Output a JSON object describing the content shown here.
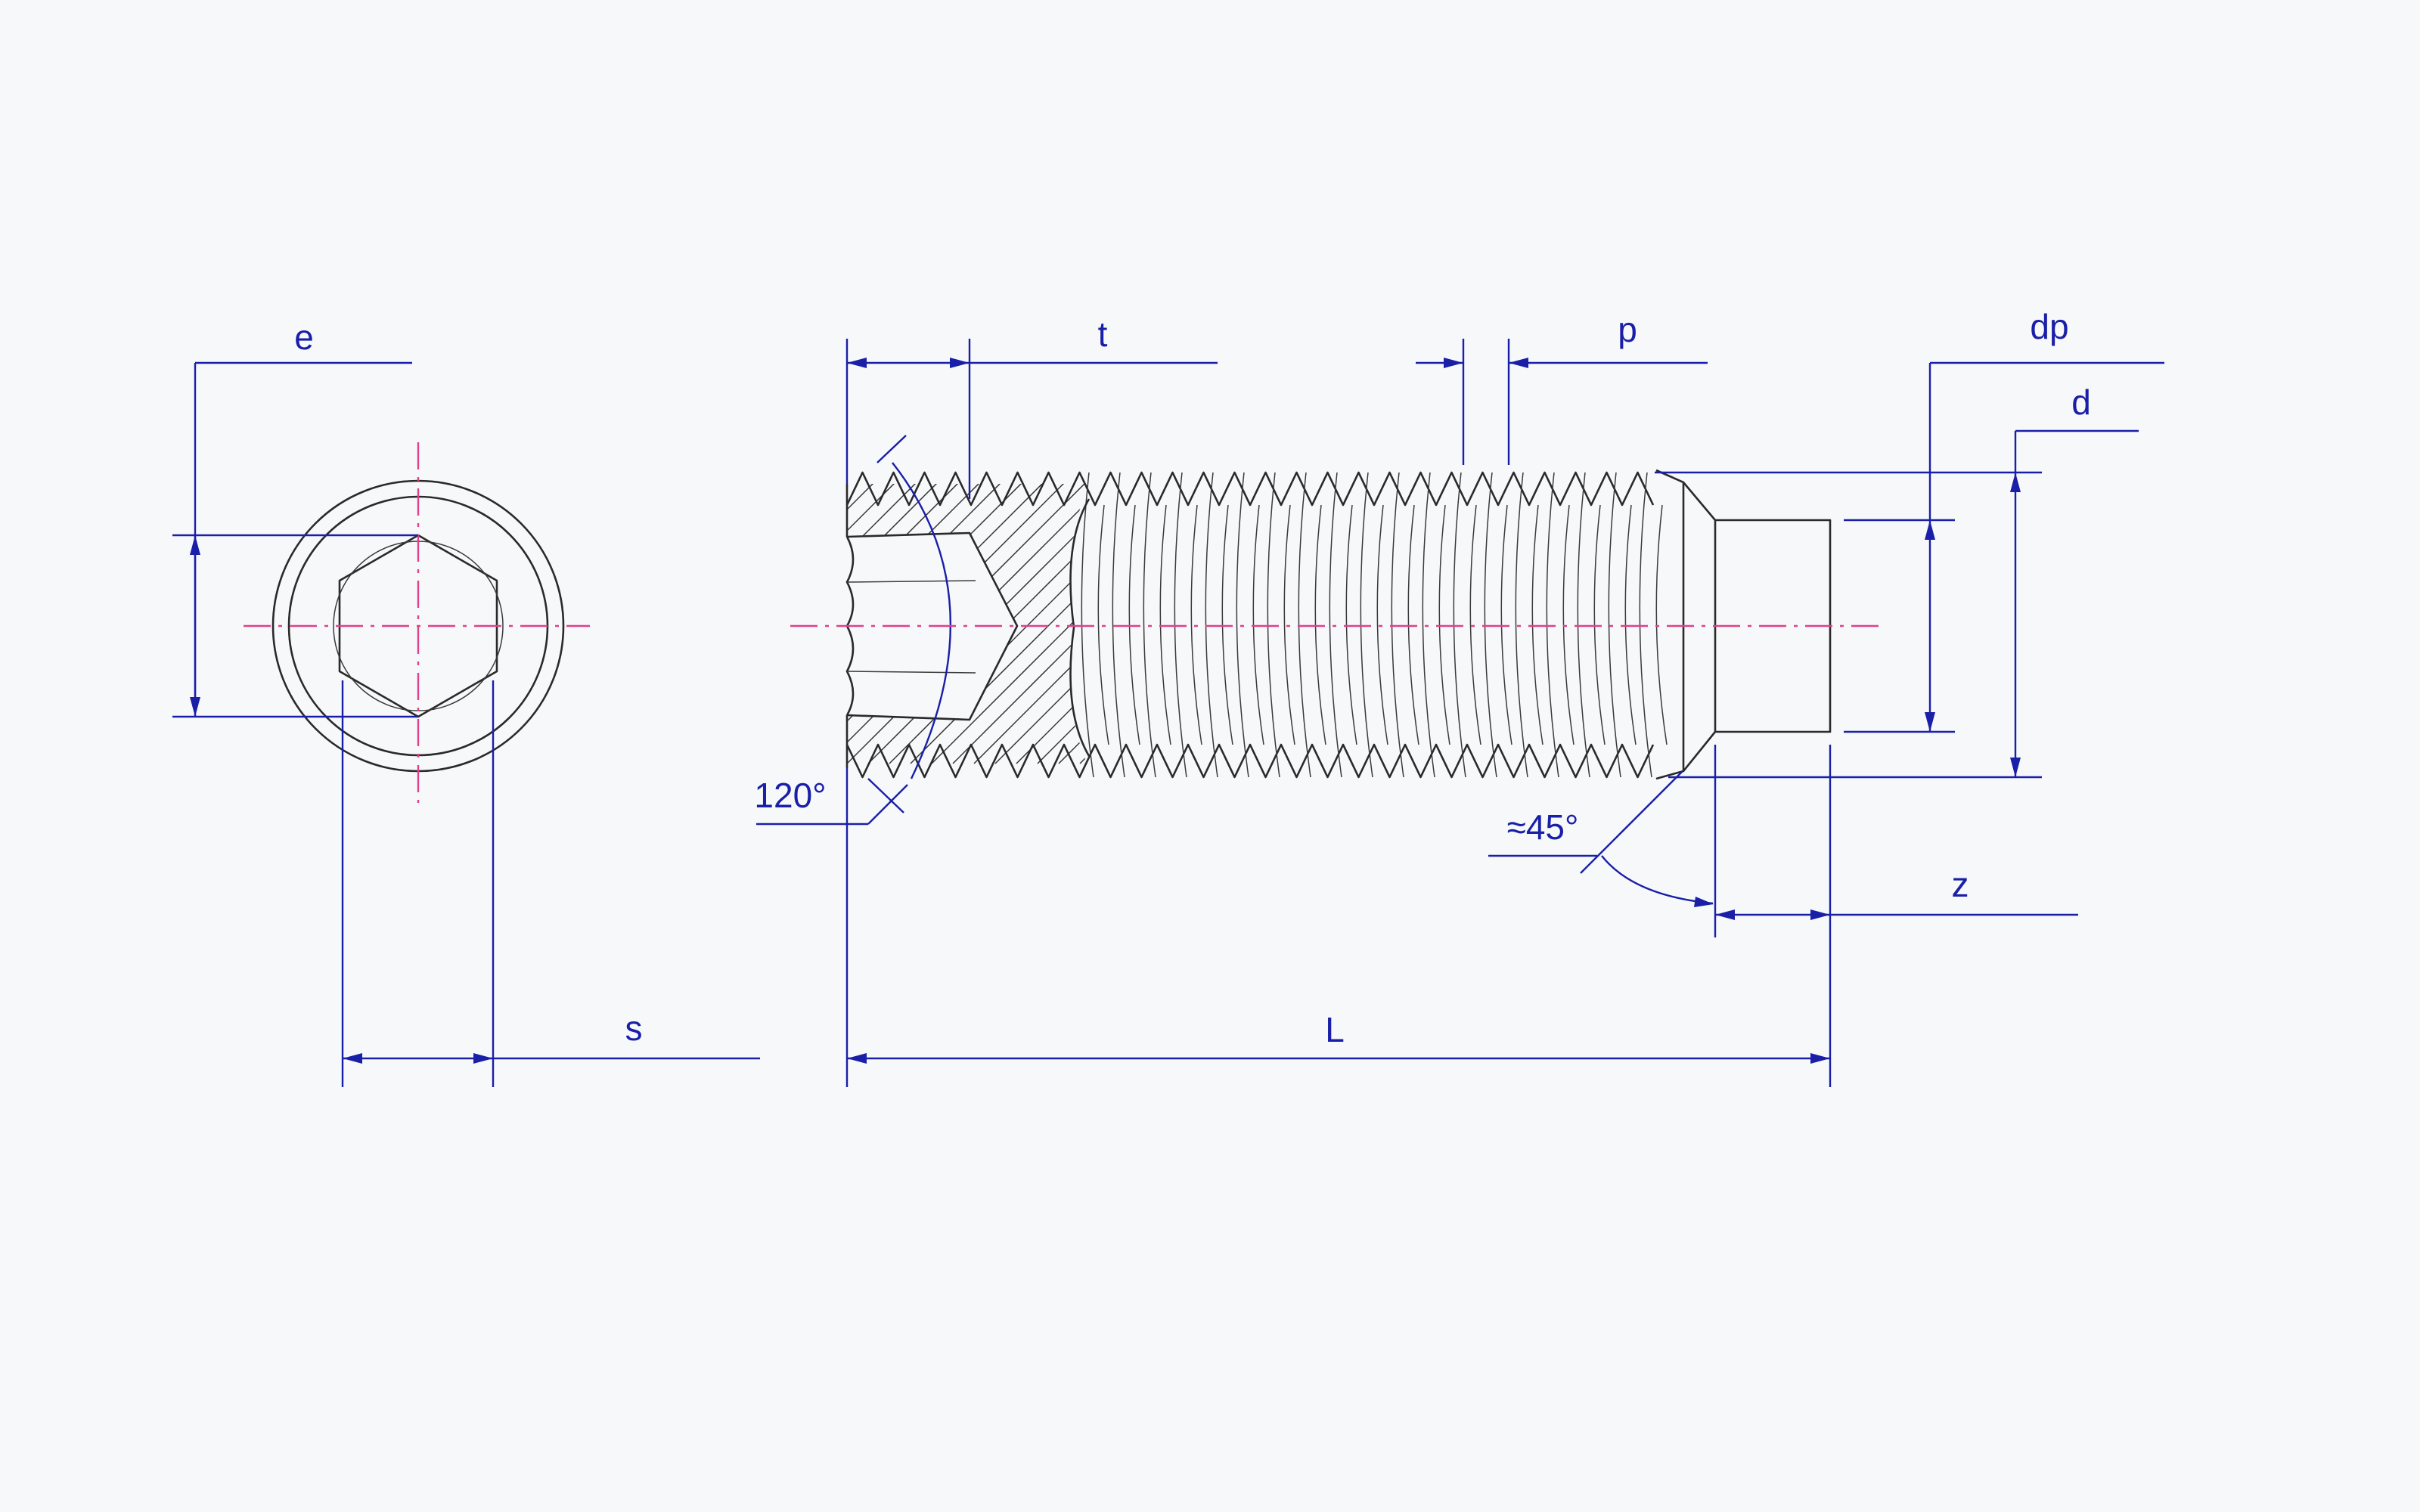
{
  "labels": {
    "e": "e",
    "s": "s",
    "t": "t",
    "p": "p",
    "dp": "dp",
    "d": "d",
    "z": "z",
    "L": "L",
    "angle_drill": "120°",
    "angle_chamfer": "≈45°"
  },
  "colors": {
    "dimension": "#1a1fa8",
    "centerline": "#e0408a",
    "outline": "#2a2a2a",
    "background": "#f7f8fa"
  }
}
